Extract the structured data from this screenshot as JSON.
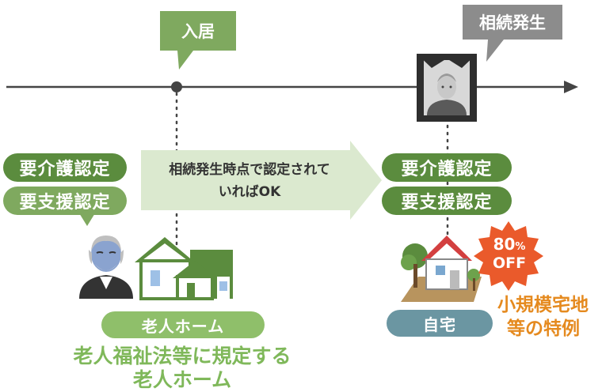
{
  "timeline": {
    "move_in_label": "入居",
    "inheritance_label": "相続発生"
  },
  "left": {
    "care_pill": "要介護認定",
    "support_pill": "要支援認定",
    "facility_pill": "老人ホーム",
    "caption_line1": "老人福祉法等に規定する",
    "caption_line2": "老人ホーム"
  },
  "middle": {
    "arrow_line1": "相続発生時点で認定されて",
    "arrow_line2": "いればOK"
  },
  "right": {
    "care_pill": "要介護認定",
    "support_pill": "要支援認定",
    "home_pill": "自宅",
    "badge_percent": "80",
    "badge_percent_sign": "%",
    "badge_off": "OFF",
    "special_line1": "小規模宅地",
    "special_line2": "等の特例"
  },
  "colors": {
    "callout_green": "#7fa95f",
    "callout_gray": "#8c8c8c",
    "pill_dark_green": "#5b8c3e",
    "facility_pill": "#8fbf6a",
    "home_pill": "#6b96a2",
    "badge_red": "#ea5a2b",
    "caption_green": "#7fb85a",
    "special_orange": "#e58a1f"
  }
}
